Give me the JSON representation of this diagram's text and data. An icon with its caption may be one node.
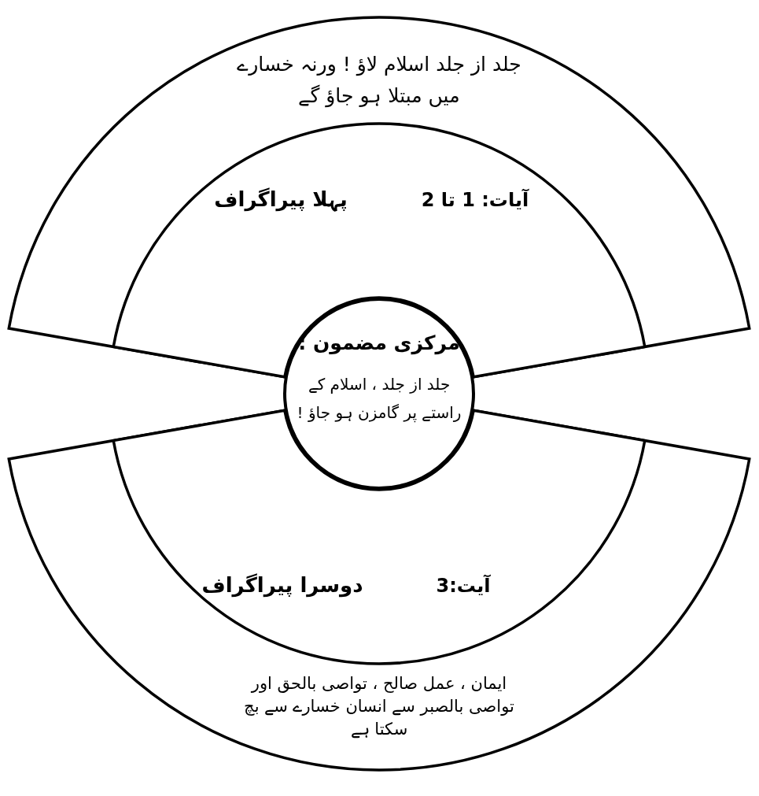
{
  "diagram": {
    "nodes": [
      {
        "text": [
          "جلد از جلد اسلام لاؤ ! ورنہ خسارے میں مبتلا ہو جاؤ گے"
        ]
      },
      {
        "text": [
          "آیات: 1 تا 2",
          "پہلا پیراگراف"
        ],
        "in": 0
      },
      {
        "text": [
          "ایمان ، عمل صالح ، تواصی بالحق اور تواصی بالصبر سے انسان خسارے سے بچ سکتا ہے"
        ]
      },
      {
        "text": [
          "آیت:3",
          "دوسرا پیراگراف"
        ],
        "in": 2
      },
      {
        "text": [
          "مرکزی مضمون :",
          "جلد از جلد ، اسلام کے راستے پر گامزن ہو جاؤ !"
        ]
      }
    ]
  }
}
